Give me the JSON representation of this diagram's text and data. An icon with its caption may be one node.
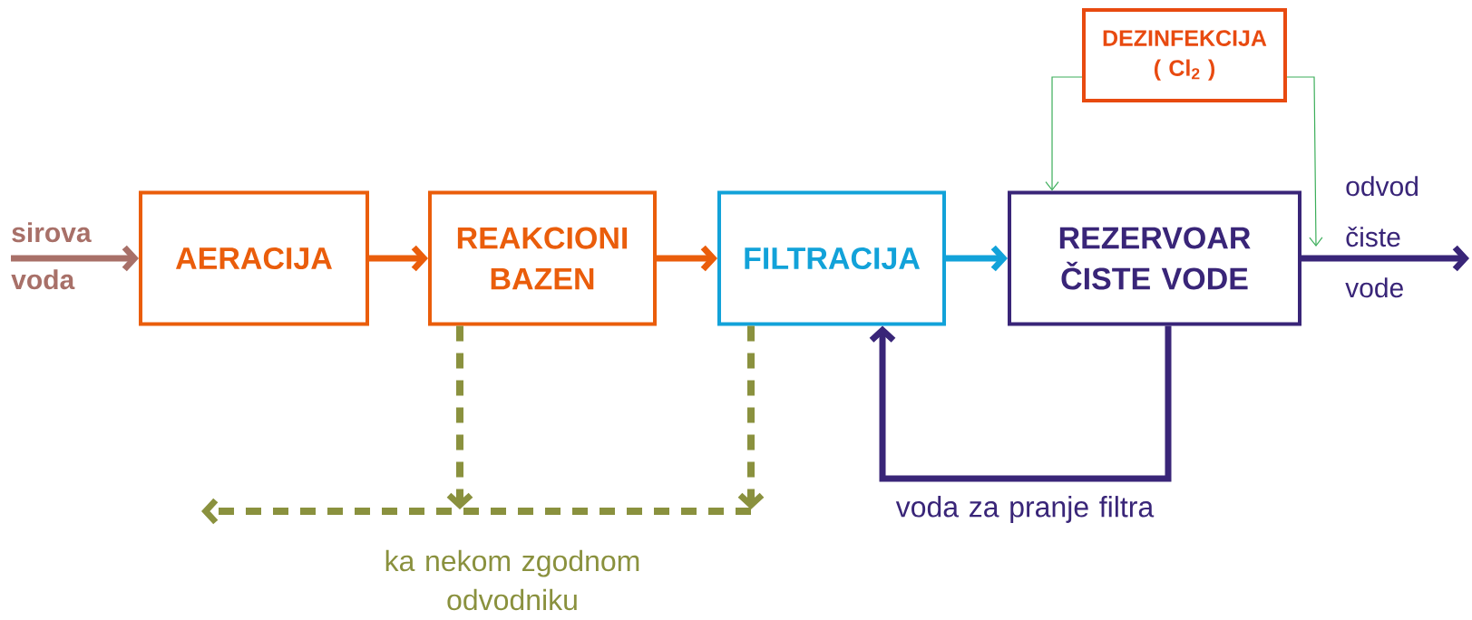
{
  "diagram": {
    "nodes": [
      {
        "text": [
          "AERACIJA"
        ]
      },
      {
        "text": [
          "REAKCIONI BAZEN"
        ]
      },
      {
        "text": [
          "FILTRACIJA"
        ]
      },
      {
        "text": [
          "REZERVOAR ČISTE VODE"
        ]
      },
      {
        "text": [
          "DEZINFEKCIJA",
          "( Cl$_{2}$ )"
        ]
      }
    ],
    "edges": [
      {
        "from": null,
        "to": 0,
        "arrow": "to",
        "label": "sirova voda",
        "color": "#a87068"
      },
      {
        "from": 0,
        "to": 1,
        "arrow": "to",
        "color": "#ea5d0b"
      },
      {
        "from": 1,
        "to": 2,
        "arrow": "to",
        "color": "#ea5d0b"
      },
      {
        "from": 2,
        "to": 3,
        "arrow": "to",
        "color": "#12a2d9"
      },
      {
        "from": 3,
        "to": null,
        "arrow": "to",
        "label": "odvod čiste vode",
        "color": "#392578"
      },
      {
        "from": 3,
        "to": 2,
        "arrow": "to",
        "label": "voda za pranje filtra",
        "color": "#392578"
      },
      {
        "from": 4,
        "to": 3,
        "arrow": "to",
        "color": "#3cae5a"
      },
      {
        "from": 4,
        "to": 3,
        "arrow": "to",
        "color": "#3cae5a"
      },
      {
        "from": 1,
        "to": null,
        "arrow": "to",
        "label": "ka nekom zgodnom odvodniku",
        "style": "dashed",
        "color": "#8a913e"
      },
      {
        "from": 2,
        "to": null,
        "arrow": "to",
        "style": "dashed",
        "color": "#8a913e"
      }
    ]
  }
}
